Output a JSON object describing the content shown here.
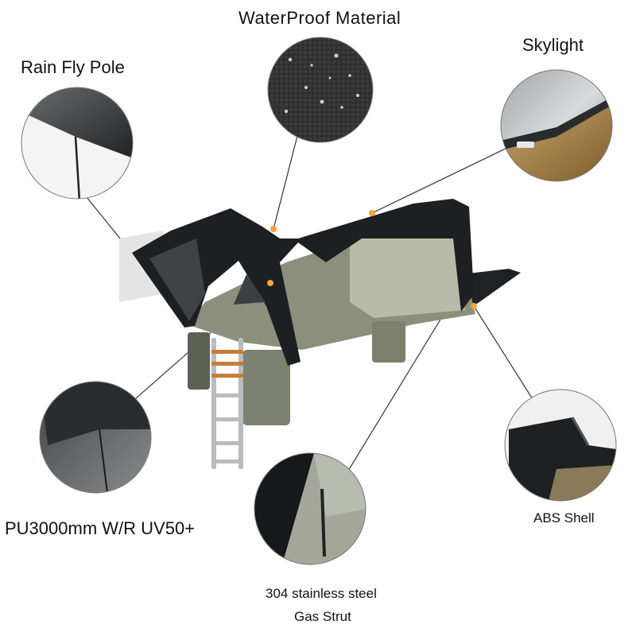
{
  "labels": {
    "waterproof": "WaterProof  Material",
    "skylight": "Skylight",
    "rain_fly_pole": "Rain Fly Pole",
    "pu_rating": "PU3000mm W/R UV50+",
    "abs_shell": "ABS Shell",
    "steel_line1": "304 stainless steel",
    "steel_line2": "Gas Strut"
  },
  "colors": {
    "marker": "#f2a33a",
    "leader": "#333333",
    "shell": "#1d1f22",
    "canvas": "#8b8f7c",
    "fabric_light": "#b7bba8",
    "ladder": "#b9bcbe"
  }
}
